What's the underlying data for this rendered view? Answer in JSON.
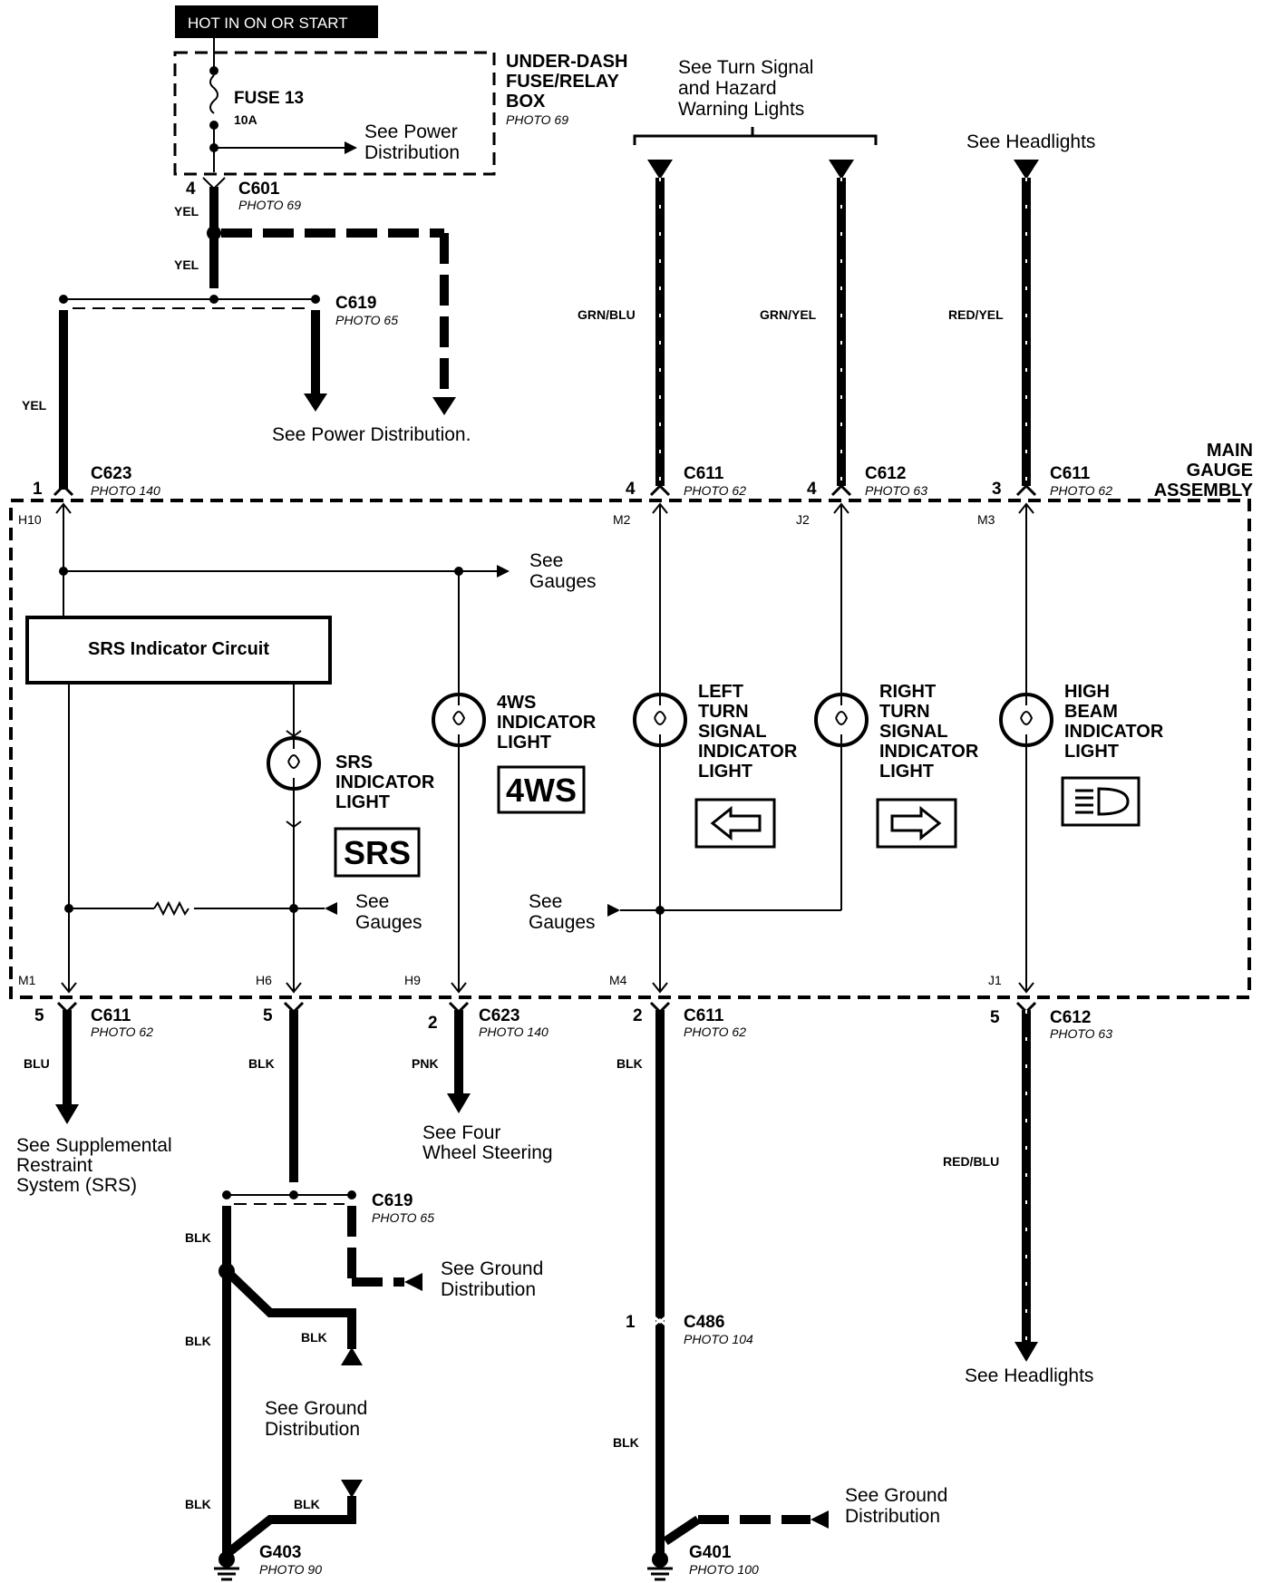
{
  "hot_label": "HOT IN ON OR START",
  "fuse_box": {
    "title_lines": [
      "UNDER-DASH",
      "FUSE/RELAY",
      "BOX"
    ],
    "photo": "PHOTO 69",
    "fuse_name": "FUSE 13",
    "fuse_rating": "10A",
    "see_power": [
      "See Power",
      "Distribution"
    ]
  },
  "main_gauge": [
    "MAIN",
    "GAUGE",
    "ASSEMBLY"
  ],
  "top_refs": {
    "turn": [
      "See Turn Signal",
      "and Hazard",
      "Warning Lights"
    ],
    "headlights": "See Headlights",
    "power_distribution": "See Power Distribution."
  },
  "connectors": {
    "c601": {
      "name": "C601",
      "photo": "PHOTO 69",
      "pin": "4"
    },
    "c619_top": {
      "name": "C619",
      "photo": "PHOTO 65"
    },
    "c623_top": {
      "name": "C623",
      "photo": "PHOTO 140",
      "pin": "1"
    },
    "c611_m2": {
      "name": "C611",
      "photo": "PHOTO 62",
      "pin": "4"
    },
    "c612_j2": {
      "name": "C612",
      "photo": "PHOTO 63",
      "pin": "4"
    },
    "c611_m3": {
      "name": "C611",
      "photo": "PHOTO 62",
      "pin": "3"
    },
    "c611_m1": {
      "name": "C611",
      "photo": "PHOTO 62",
      "pin": "5"
    },
    "c623_h9": {
      "name": "C623",
      "photo": "PHOTO 140",
      "pin": "2"
    },
    "c611_m4": {
      "name": "C611",
      "photo": "PHOTO 62",
      "pin": "2"
    },
    "c612_j1": {
      "name": "C612",
      "photo": "PHOTO 63",
      "pin": "5"
    },
    "c619_bottom": {
      "name": "C619",
      "photo": "PHOTO 65"
    },
    "c486": {
      "name": "C486",
      "photo": "PHOTO 104",
      "pin": "1"
    },
    "g403": {
      "name": "G403",
      "photo": "PHOTO 90"
    },
    "g401": {
      "name": "G401",
      "photo": "PHOTO 100"
    },
    "h6_pin": "5"
  },
  "wires": {
    "yel": "YEL",
    "grn_blu": "GRN/BLU",
    "grn_yel": "GRN/YEL",
    "red_yel": "RED/YEL",
    "blu": "BLU",
    "blk": "BLK",
    "pnk": "PNK",
    "red_blu": "RED/BLU"
  },
  "pins": {
    "h10": "H10",
    "m2": "M2",
    "j2": "J2",
    "m3": "M3",
    "m1": "M1",
    "h6": "H6",
    "h9": "H9",
    "m4": "M4",
    "j1": "J1"
  },
  "circuit": {
    "srs_box": "SRS Indicator Circuit",
    "see_gauges": [
      "See",
      "Gauges"
    ],
    "srs_light": [
      "SRS",
      "INDICATOR",
      "LIGHT"
    ],
    "srs_symbol": "SRS",
    "ws_light": [
      "4WS",
      "INDICATOR",
      "LIGHT"
    ],
    "ws_symbol": "4WS",
    "left_turn": [
      "LEFT",
      "TURN",
      "SIGNAL",
      "INDICATOR",
      "LIGHT"
    ],
    "right_turn": [
      "RIGHT",
      "TURN",
      "SIGNAL",
      "INDICATOR",
      "LIGHT"
    ],
    "high_beam": [
      "HIGH",
      "BEAM",
      "INDICATOR",
      "LIGHT"
    ]
  },
  "bottom_refs": {
    "srs": [
      "See Supplemental",
      "Restraint",
      "System (SRS)"
    ],
    "four_wheel": [
      "See Four",
      "Wheel Steering"
    ],
    "ground": [
      "See Ground",
      "Distribution"
    ],
    "headlights": "See Headlights"
  }
}
